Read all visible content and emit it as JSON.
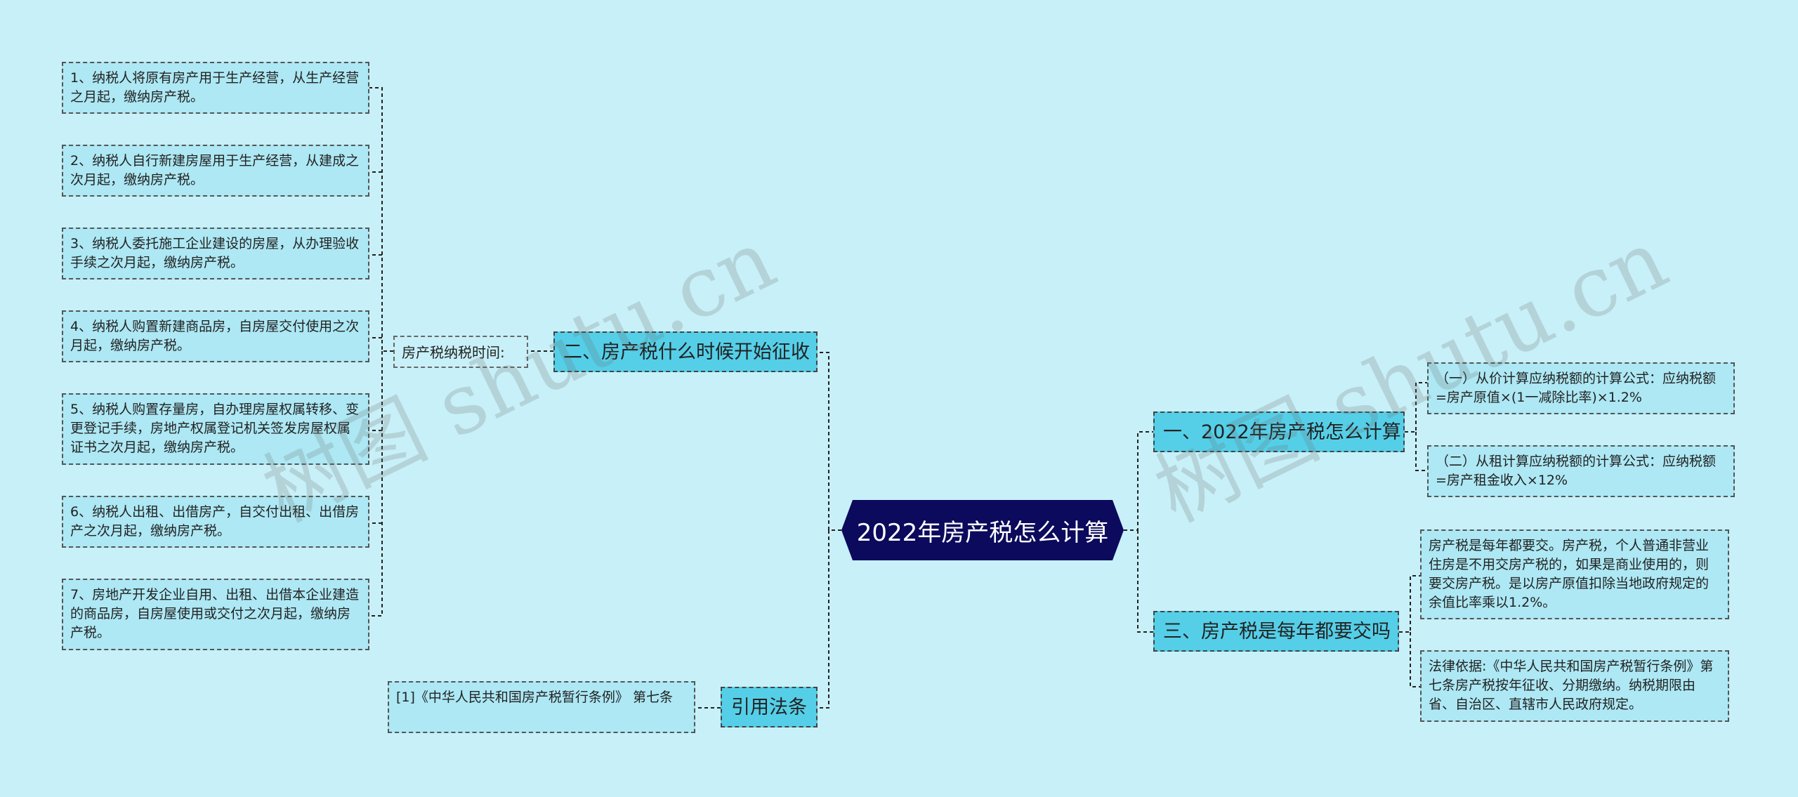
{
  "root": {
    "label": "2022年房产税怎么计算"
  },
  "branches": {
    "calc": {
      "label": "一、2022年房产税怎么计算",
      "items": [
        "（一）从价计算应纳税额的计算公式：应纳税额=房产原值×(1一减除比率)×1.2%",
        "（二）从租计算应纳税额的计算公式：应纳税额=房产租金收入×12%"
      ]
    },
    "when": {
      "label": "二、房产税什么时候开始征收",
      "sub_label": "房产税纳税时间:",
      "items": [
        "1、纳税人将原有房产用于生产经营，从生产经营之月起，缴纳房产税。",
        "2、纳税人自行新建房屋用于生产经营，从建成之次月起，缴纳房产税。",
        "3、纳税人委托施工企业建设的房屋，从办理验收手续之次月起，缴纳房产税。",
        "4、纳税人购置新建商品房，自房屋交付使用之次月起，缴纳房产税。",
        "5、纳税人购置存量房，自办理房屋权属转移、变更登记手续，房地产权属登记机关签发房屋权属证书之次月起，缴纳房产税。",
        "6、纳税人出租、出借房产，自交付出租、出借房产之次月起，缴纳房产税。",
        "7、房地产开发企业自用、出租、出借本企业建造的商品房，自房屋使用或交付之次月起，缴纳房产税。"
      ]
    },
    "yearly": {
      "label": "三、房产税是每年都要交吗",
      "items": [
        "房产税是每年都要交。房产税，个人普通非营业住房是不用交房产税的，如果是商业使用的，则要交房产税。是以房产原值扣除当地政府规定的余值比率乘以1.2%。",
        "法律依据:《中华人民共和国房产税暂行条例》第七条房产税按年征收、分期缴纳。纳税期限由省、自治区、直辖市人民政府规定。"
      ]
    },
    "law": {
      "label": "引用法条",
      "items": [
        "[1]《中华人民共和国房产税暂行条例》 第七条"
      ]
    }
  },
  "watermarks": [
    "树图 shutu.cn",
    "树图 shutu.cn"
  ]
}
